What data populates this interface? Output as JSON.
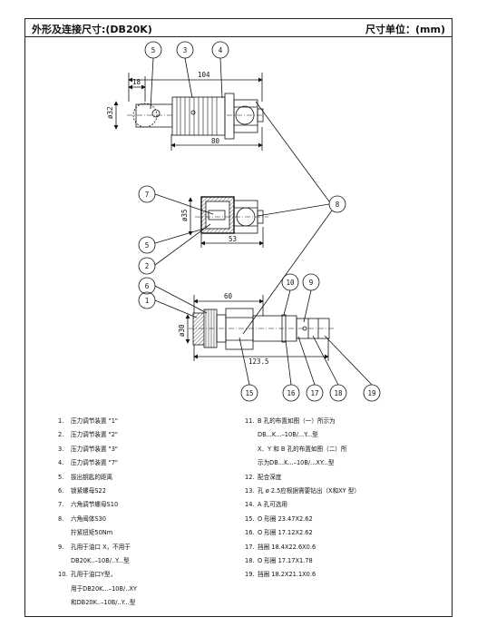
{
  "header": {
    "title": "外形及连接尺寸:(DB20K)",
    "unit": "尺寸单位：(mm)"
  },
  "dimensions": {
    "d104": "104",
    "d18": "18",
    "dia32": "ø32",
    "d80": "80",
    "dia35": "ø35",
    "d53": "53",
    "d60": "60",
    "dia30": "ø30",
    "d1235": "123.5"
  },
  "callouts": {
    "c1": "1",
    "c2": "2",
    "c3": "3",
    "c4": "4",
    "c5a": "5",
    "c5b": "5",
    "c6": "6",
    "c7": "7",
    "c8": "8",
    "c9": "9",
    "c10": "10",
    "c15": "15",
    "c16": "16",
    "c17": "17",
    "c18": "18",
    "c19": "19"
  },
  "legend_left": [
    {
      "n": "1.",
      "text": "压力调节装置 \"1\""
    },
    {
      "n": "2.",
      "text": "压力调节装置 \"2\""
    },
    {
      "n": "3.",
      "text": "压力调节装置 \"3\""
    },
    {
      "n": "4.",
      "text": "压力调节装置 \"7\""
    },
    {
      "n": "5.",
      "text": "拔出钥匙的距离"
    },
    {
      "n": "6.",
      "text": "锁紧螺母S22"
    },
    {
      "n": "7.",
      "text": "六角调节螺母S10"
    },
    {
      "n": "8.",
      "text": "六角阀体S30"
    },
    {
      "n": "",
      "text": "拧紧扭矩50Nm"
    },
    {
      "n": "9.",
      "text": "孔用于油口 X，不用于"
    },
    {
      "n": "",
      "text": "DB20K..–10B/..Y...型"
    },
    {
      "n": "10.",
      "text": "孔用于油口Y型，"
    },
    {
      "n": "",
      "text": "用于DB20K...–10B/..XY"
    },
    {
      "n": "",
      "text": "和DB20K..–10B/..Y...型"
    }
  ],
  "legend_right": [
    {
      "n": "11.",
      "text": "B 孔的布置如图（一）所示为"
    },
    {
      "n": "",
      "text": "DB...K...–10B/...Y...型"
    },
    {
      "n": "",
      "text": "X、Y 和 B 孔的布置如图（二）所"
    },
    {
      "n": "",
      "text": "示为DB...K...–10B/...XY...型"
    },
    {
      "n": "12.",
      "text": "配合深度"
    },
    {
      "n": "13.",
      "text": "孔 ø 2.5应根据需要钻出（X和XY 型）"
    },
    {
      "n": "14.",
      "text": "A 孔可选用"
    },
    {
      "n": "15.",
      "text": "O 形圈 23.47X2.62"
    },
    {
      "n": "16.",
      "text": "O 形圈 17.12X2.62"
    },
    {
      "n": "17.",
      "text": "挡圈 18.4X22.6X0.6"
    },
    {
      "n": "18.",
      "text": "O 形圈 17.17X1.78"
    },
    {
      "n": "19.",
      "text": "挡圈 18.2X21.1X0.6"
    }
  ]
}
